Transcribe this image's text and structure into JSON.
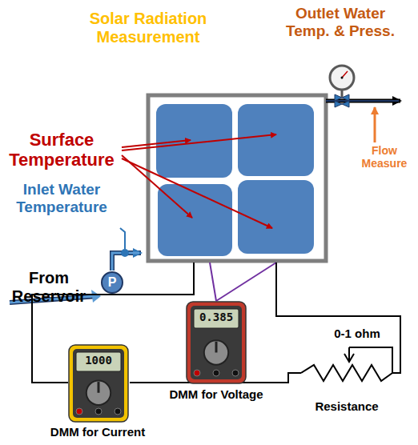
{
  "diagram": {
    "nodes": [
      {
        "text": [
          "P"
        ]
      },
      {
        "text": [
          "0.385",
          "DMM for Voltage"
        ]
      },
      {
        "text": [
          "1000",
          "DMM for Current"
        ]
      },
      {
        "text": [
          "0-1 ohm",
          "Resistance"
        ]
      }
    ],
    "edges": [
      {
        "from": 2,
        "to": 3,
        "arrow": "none"
      }
    ],
    "labels": [
      "Solar Radiation Measurement",
      "Outlet Water Temp. & Press.",
      "Surface Temperature",
      "Inlet Water Temperature",
      "Flow Measure",
      "From Reservoir"
    ]
  }
}
